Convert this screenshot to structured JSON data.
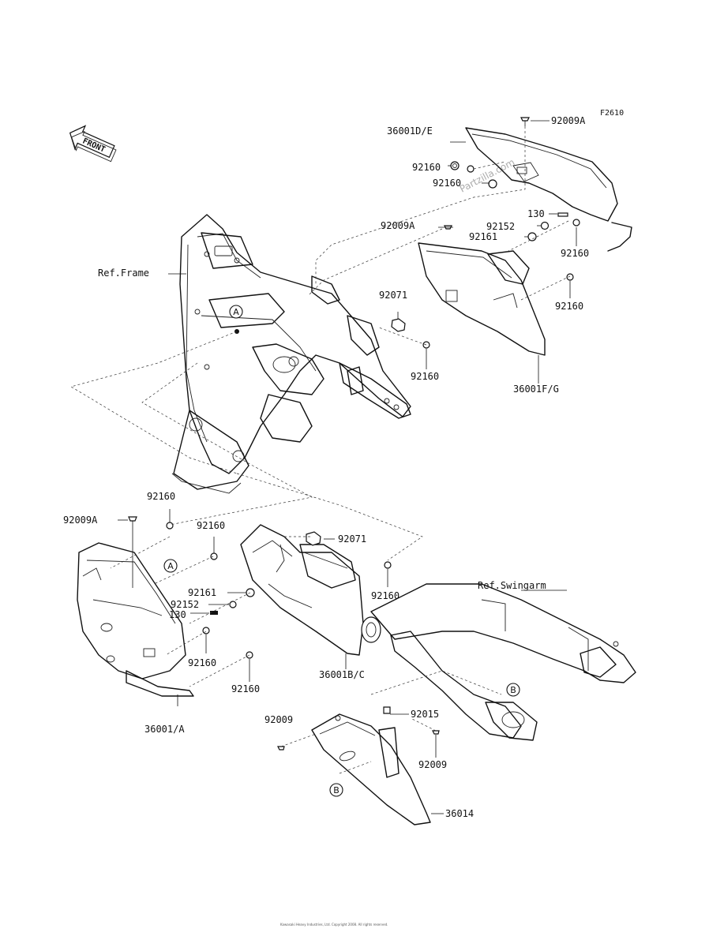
{
  "diagram_code": "F2610",
  "front_label": "FRONT",
  "watermark": "Partzilla.com",
  "refs": {
    "frame": "Ref.Frame",
    "swingarm": "Ref.Swingarm"
  },
  "callouts": {
    "a_upper": "A",
    "a_lower": "A",
    "b_upper": "B",
    "b_lower": "B"
  },
  "part_labels": {
    "p36001DE": "36001D/E",
    "p92009A_top": "92009A",
    "p92160_a": "92160",
    "p92160_b": "92160",
    "p92009A_mid": "92009A",
    "p130_top": "130",
    "p92152_top": "92152",
    "p92161_top": "92161",
    "p92160_c": "92160",
    "p92071_top": "92071",
    "p92160_d": "92160",
    "p92160_e": "92160",
    "p36001FG": "36001F/G",
    "p92160_f": "92160",
    "p92009A_left": "92009A",
    "p92160_g": "92160",
    "p92071_mid": "92071",
    "p92161_mid": "92161",
    "p92152_mid": "92152",
    "p130_mid": "130",
    "p92160_h": "92160",
    "p92160_i": "92160",
    "p92160_j": "92160",
    "p36001BC": "36001B/C",
    "p36001A": "36001/A",
    "p92009_left": "92009",
    "p92015": "92015",
    "p92009_right": "92009",
    "p36014": "36014"
  },
  "footer_note": "Kawasaki Heavy Industries, Ltd. Copyright 2008. All rights reserved."
}
